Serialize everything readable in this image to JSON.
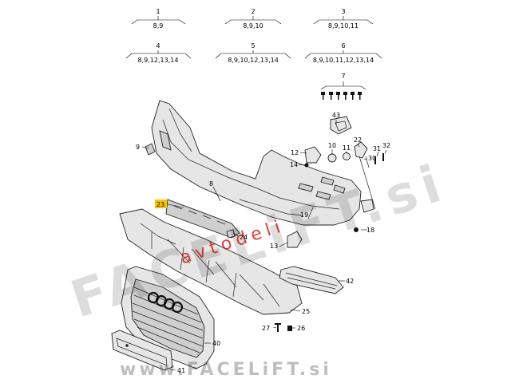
{
  "variants": [
    {
      "num": "1",
      "parts": "8,9"
    },
    {
      "num": "2",
      "parts": "8,9,10"
    },
    {
      "num": "3",
      "parts": "8,9,10,11"
    },
    {
      "num": "4",
      "parts": "8,9,12,13,14"
    },
    {
      "num": "5",
      "parts": "8,9,10,12,13,14"
    },
    {
      "num": "6",
      "parts": "8,9,10,11,12,13,14"
    }
  ],
  "labels": {
    "p7": "7",
    "p43": "43",
    "p10": "10",
    "p11": "11",
    "p22": "22",
    "p31": "31",
    "p32": "32",
    "p30": "30",
    "p12": "12",
    "p14": "14",
    "p9": "9",
    "p8": "8",
    "p23": "23",
    "p19": "19",
    "p24": "24",
    "p18": "18",
    "p13": "13",
    "p42": "42",
    "p25": "25",
    "p27": "27",
    "p26": "26",
    "p40": "40",
    "p41": "41"
  },
  "highlight_color": "#f5c400",
  "watermark": {
    "main": "FACELiFT.si",
    "sub": "avtodeli",
    "footer": "www.FACELiFT.si"
  }
}
